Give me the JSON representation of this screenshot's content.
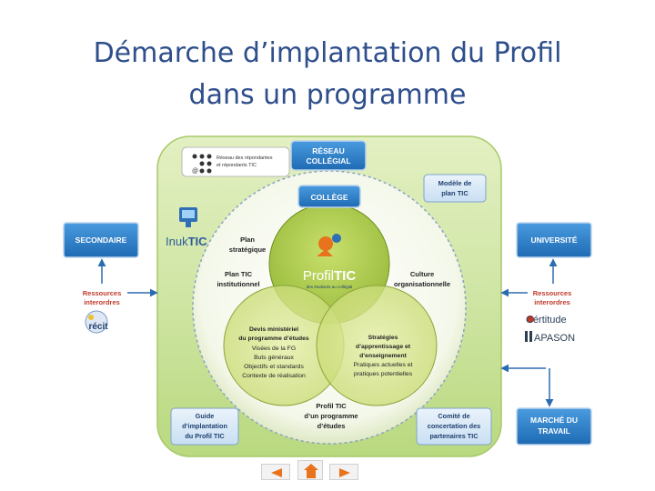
{
  "slide": {
    "title_line1": "Démarche d’implantation du Profil",
    "title_line2": "dans un programme"
  },
  "diagram": {
    "reseau_logo": {
      "symbol": "@",
      "text1": "Réseau des répondantes",
      "text2": "et répondants TIC"
    },
    "reseau_collegial": {
      "line1": "RÉSEAU",
      "line2": "COLLÉGIAL"
    },
    "college": "COLLÈGE",
    "modele": {
      "line1": "Modèle de",
      "line2": "plan TIC"
    },
    "inuk_logo": {
      "part1": "Inuk",
      "part2": "TIC"
    },
    "secondaire": "SECONDAIRE",
    "universite": "UNIVERSITÉ",
    "ressources_left": {
      "line1": "Ressources",
      "line2": "interordres"
    },
    "ressources_right": {
      "line1": "Ressources",
      "line2": "interordres"
    },
    "recit_logo": "récit",
    "certitude_logo": "Cértitude",
    "apason_logo": "APASON",
    "plan_strategique": {
      "line1": "Plan",
      "line2": "stratégique"
    },
    "plan_institutionnel": {
      "line1": "Plan TIC",
      "line2": "institutionnel"
    },
    "culture": {
      "line1": "Culture",
      "line2": "organisationnelle"
    },
    "profil_logo": {
      "part1": "Profil",
      "part2": "TIC",
      "subtitle": "des étudiants au collégial"
    },
    "devis": {
      "lines": [
        "Devis ministériel",
        "du programme d’études",
        "Visées de la FG",
        "Buts généraux",
        "Objectifs et standards",
        "Contexte de réalisation"
      ]
    },
    "strategies": {
      "lines": [
        "Stratégies",
        "d’apprentissage et",
        "d’enseignement",
        "Pratiques actuelles et",
        "pratiques potentielles"
      ]
    },
    "profil_programme": {
      "line1": "Profil TIC",
      "line2": "d’un programme",
      "line3": "d’études"
    },
    "guide": {
      "line1": "Guide",
      "line2": "d’implantation",
      "line3": "du Profil TIC"
    },
    "comite": {
      "line1": "Comité de",
      "line2": "concertation des",
      "line3": "partenaires TIC"
    },
    "marche": {
      "line1": "MARCHÉ DU",
      "line2": "TRAVAIL"
    }
  },
  "nav": {
    "prev_icon": "arrow-left-icon",
    "home_icon": "home-icon",
    "next_icon": "arrow-right-icon"
  },
  "colors": {
    "title": "#2e4e8c",
    "panel": "#cfe5a4",
    "box": "#2b7fc6",
    "circle_top": "#a8c93a",
    "circle_bottom": "#d6e58a",
    "ressources": "#c0392b",
    "nav_arrow": "#e8731c"
  }
}
